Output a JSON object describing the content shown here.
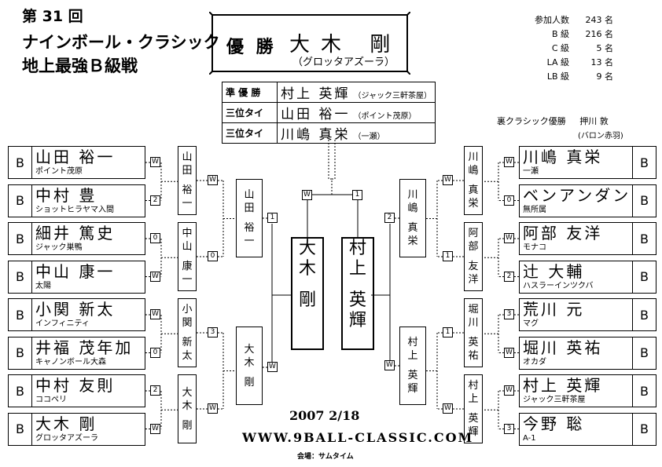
{
  "title": {
    "line1": "第 31 回",
    "line2": "ナインボール・クラシック",
    "line3": "地上最強Ｂ級戦"
  },
  "winner": {
    "label": "優 勝",
    "name": "大木 剛",
    "club": "（グロッタアズーラ）"
  },
  "results": [
    {
      "label": "準 優 勝",
      "name": "村上 英輝",
      "club": "（ジャック三軒茶屋）"
    },
    {
      "label": "三位タイ",
      "name": "山田 裕一",
      "club": "（ポイント茂原）"
    },
    {
      "label": "三位タイ",
      "name": "川嶋 真栄",
      "club": "（一瀬）"
    }
  ],
  "stats": [
    {
      "label": "参加人数",
      "value": "243 名"
    },
    {
      "label": "B 級",
      "value": "216 名"
    },
    {
      "label": "C 級",
      "value": "5 名"
    },
    {
      "label": "LA 級",
      "value": "13 名"
    },
    {
      "label": "LB 級",
      "value": "9 名"
    }
  ],
  "ura": {
    "label": "裏クラシック優勝",
    "name": "押川 敦",
    "club": "(バロン赤羽)"
  },
  "left_players": [
    {
      "cls": "B",
      "name": "山田 裕一",
      "club": "ポイント茂原",
      "score": "W"
    },
    {
      "cls": "B",
      "name": "中村 豊",
      "club": "ショットヒラヤマ入間",
      "score": "2"
    },
    {
      "cls": "B",
      "name": "細井 篤史",
      "club": "ジャック巣鴨",
      "score": "0"
    },
    {
      "cls": "B",
      "name": "中山 康一",
      "club": "太陽",
      "score": "W"
    },
    {
      "cls": "B",
      "name": "小関 新太",
      "club": "インフィニティ",
      "score": "W"
    },
    {
      "cls": "B",
      "name": "井福 茂年加",
      "club": "キャノンボール大森",
      "score": "0"
    },
    {
      "cls": "B",
      "name": "中村 友則",
      "club": "ココペリ",
      "score": "2"
    },
    {
      "cls": "B",
      "name": "大木 剛",
      "club": "グロッタアズーラ",
      "score": "W"
    }
  ],
  "right_players": [
    {
      "cls": "B",
      "name": "川嶋 真栄",
      "club": "一瀬",
      "score": "W"
    },
    {
      "cls": "B",
      "name": "ベンアンダン",
      "club": "無所属",
      "score": "0"
    },
    {
      "cls": "B",
      "name": "阿部 友洋",
      "club": "モナコ",
      "score": "W"
    },
    {
      "cls": "B",
      "name": "辻 大輔",
      "club": "ハスラーインツクバ",
      "score": "2"
    },
    {
      "cls": "B",
      "name": "荒川 元",
      "club": "マグ",
      "score": "3"
    },
    {
      "cls": "B",
      "name": "堀川 英祐",
      "club": "オカダ",
      "score": "W"
    },
    {
      "cls": "B",
      "name": "村上 英輝",
      "club": "ジャック三軒茶屋",
      "score": "W"
    },
    {
      "cls": "B",
      "name": "今野 聡",
      "club": "A-1",
      "score": "3"
    }
  ],
  "left_r2": [
    {
      "name": [
        "山",
        "田",
        "",
        "裕",
        "一"
      ],
      "score": "W"
    },
    {
      "name": [
        "中",
        "山",
        "",
        "康",
        "一"
      ],
      "score": "0"
    },
    {
      "name": [
        "小",
        "関",
        "",
        "新",
        "太"
      ],
      "score": "3"
    },
    {
      "name": [
        "大",
        "木",
        "",
        "剛"
      ],
      "score": "W"
    }
  ],
  "right_r2": [
    {
      "name": [
        "川",
        "嶋",
        "",
        "真",
        "栄"
      ],
      "score": "W"
    },
    {
      "name": [
        "阿",
        "部",
        "",
        "友",
        "洋"
      ],
      "score": "1"
    },
    {
      "name": [
        "堀",
        "川",
        "",
        "英",
        "祐"
      ],
      "score": "1"
    },
    {
      "name": [
        "村",
        "上",
        "",
        "英",
        "輝"
      ],
      "score": "W"
    }
  ],
  "left_sf": [
    {
      "name": [
        "山",
        "田",
        "",
        "裕",
        "一"
      ],
      "score": "1"
    },
    {
      "name": [
        "大",
        "木",
        "",
        "剛"
      ],
      "score": "W"
    }
  ],
  "right_sf": [
    {
      "name": [
        "川",
        "嶋",
        "",
        "真",
        "栄"
      ],
      "score": "2"
    },
    {
      "name": [
        "村",
        "上",
        "",
        "英",
        "輝"
      ],
      "score": "W"
    }
  ],
  "final": {
    "left": {
      "name": [
        "大",
        "木",
        "",
        "剛"
      ],
      "score": "W"
    },
    "right": {
      "name": [
        "村",
        "上",
        "",
        "英",
        "輝"
      ],
      "score": "1"
    }
  },
  "footer": {
    "date": "2007 2/18",
    "url": "WWW.9BALL-CLASSIC.COM",
    "venue": "会場：サムタイム"
  }
}
